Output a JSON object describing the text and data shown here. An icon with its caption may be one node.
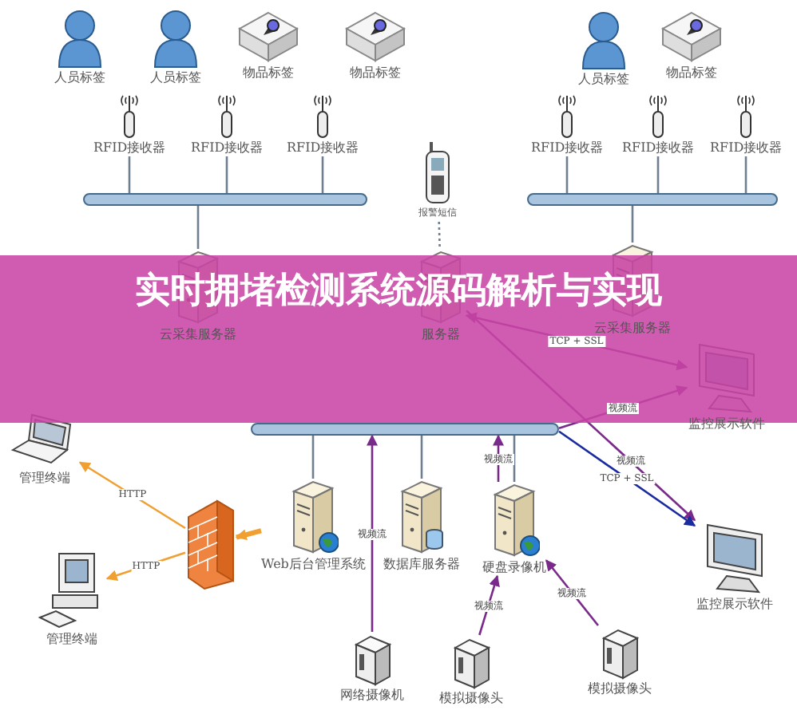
{
  "diagram": {
    "title": "实时拥堵检测系统源码解析与实现",
    "nodes": [
      {
        "text": [
          "人员标签"
        ]
      },
      {
        "text": [
          "人员标签"
        ]
      },
      {
        "text": [
          "物品标签"
        ]
      },
      {
        "text": [
          "物品标签"
        ]
      },
      {
        "text": [
          "人员标签"
        ]
      },
      {
        "text": [
          "物品标签"
        ]
      },
      {
        "text": [
          "RFID接收器"
        ]
      },
      {
        "text": [
          "RFID接收器"
        ]
      },
      {
        "text": [
          "RFID接收器"
        ]
      },
      {
        "text": [
          "RFID接收器"
        ]
      },
      {
        "text": [
          "RFID接收器"
        ]
      },
      {
        "text": [
          "RFID接收器"
        ]
      },
      {
        "text": [],
        "shape": "bar"
      },
      {
        "text": [],
        "shape": "bar"
      },
      {
        "text": [
          "报警短信"
        ]
      },
      {
        "text": [
          "云采集服务器"
        ]
      },
      {
        "text": [
          "服务器"
        ]
      },
      {
        "text": [
          "云采集服务器"
        ]
      },
      {
        "text": [
          "监控展示软件"
        ]
      },
      {
        "text": [
          "管理终端"
        ]
      },
      {
        "text": [],
        "shape": "bar"
      },
      {
        "text": [],
        "shape": "wall"
      },
      {
        "text": [
          "Web后台管理系统"
        ]
      },
      {
        "text": [
          "数据库服务器"
        ]
      },
      {
        "text": [
          "硬盘录像机"
        ]
      },
      {
        "text": [
          "监控展示软件"
        ]
      },
      {
        "text": [
          "管理终端"
        ]
      },
      {
        "text": [
          "网络摄像机"
        ]
      },
      {
        "text": [
          "模拟摄像头"
        ]
      },
      {
        "text": [
          "模拟摄像头"
        ]
      }
    ],
    "edges": [
      {
        "from": 6,
        "to": 12,
        "arrow": "none"
      },
      {
        "from": 7,
        "to": 12,
        "arrow": "none"
      },
      {
        "from": 8,
        "to": 12,
        "arrow": "none"
      },
      {
        "from": 9,
        "to": 13,
        "arrow": "none"
      },
      {
        "from": 10,
        "to": 13,
        "arrow": "none"
      },
      {
        "from": 11,
        "to": 13,
        "arrow": "none"
      },
      {
        "from": 12,
        "to": 15,
        "arrow": "none"
      },
      {
        "from": 13,
        "to": 17,
        "arrow": "none"
      },
      {
        "from": 14,
        "to": 16,
        "arrow": "none",
        "style": "dashed"
      },
      {
        "from": 20,
        "to": 22,
        "arrow": "none"
      },
      {
        "from": 20,
        "to": 23,
        "arrow": "none"
      },
      {
        "from": 20,
        "to": 24,
        "arrow": "none"
      },
      {
        "from": 22,
        "to": 21,
        "arrow": "to",
        "style": "thick",
        "color": "#f0a030"
      },
      {
        "from": 21,
        "to": 19,
        "arrow": "to",
        "label": "HTTP",
        "color": "#f0a030"
      },
      {
        "from": 21,
        "to": 26,
        "arrow": "to",
        "label": "HTTP",
        "color": "#f0a030"
      },
      {
        "from": 27,
        "to": 20,
        "arrow": "to",
        "label": "视频流",
        "color": "#7a2a8a"
      },
      {
        "from": 24,
        "to": 20,
        "arrow": "to",
        "label": "视频流",
        "color": "#7a2a8a"
      },
      {
        "from": 28,
        "to": 24,
        "arrow": "to",
        "label": "视频流",
        "color": "#7a2a8a"
      },
      {
        "from": 29,
        "to": 24,
        "arrow": "to",
        "label": "视频流",
        "color": "#7a2a8a"
      },
      {
        "from": 16,
        "to": 18,
        "arrow": "both",
        "label": "TCP + SSL",
        "color": "#7a2a8a"
      },
      {
        "from": 20,
        "to": 18,
        "arrow": "to",
        "label": "视频流",
        "color": "#7a2a8a"
      },
      {
        "from": 16,
        "to": 25,
        "arrow": "to",
        "label": "视频流",
        "color": "#7a2a8a"
      },
      {
        "from": 20,
        "to": 25,
        "arrow": "to",
        "label": "TCP + SSL",
        "color": "#1a2aa0"
      }
    ]
  }
}
